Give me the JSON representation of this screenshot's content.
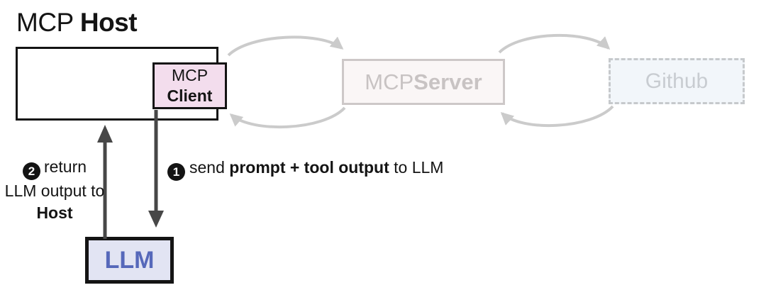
{
  "title": {
    "prefix": "MCP ",
    "bold": "Host"
  },
  "diagram": {
    "client": {
      "line1": "MCP",
      "line2": "Client"
    },
    "server": {
      "prefix": "MCP ",
      "bold": "Server"
    },
    "github": {
      "label": "Github"
    },
    "llm": {
      "label": "LLM"
    }
  },
  "annotations": {
    "step1": {
      "number": "1",
      "pre": "send ",
      "bold": "prompt + tool output",
      "post": " to LLM"
    },
    "step2": {
      "number": "2",
      "line1": "return",
      "line2": "LLM output to",
      "line3": "Host"
    }
  },
  "colors": {
    "ink": "#141414",
    "arrow-dark": "#474747",
    "faded-gray": "#cbcbcb",
    "client-fill": "#f3dded",
    "server-fill": "#faf6f6",
    "server-border": "#cdc8c8",
    "server-text": "#c8c3c3",
    "github-fill": "#f2f6fa",
    "github-border": "#c6c9cc",
    "github-text": "#c8ccd1",
    "llm-fill": "#e2e4f3",
    "llm-text": "#5668ba"
  }
}
